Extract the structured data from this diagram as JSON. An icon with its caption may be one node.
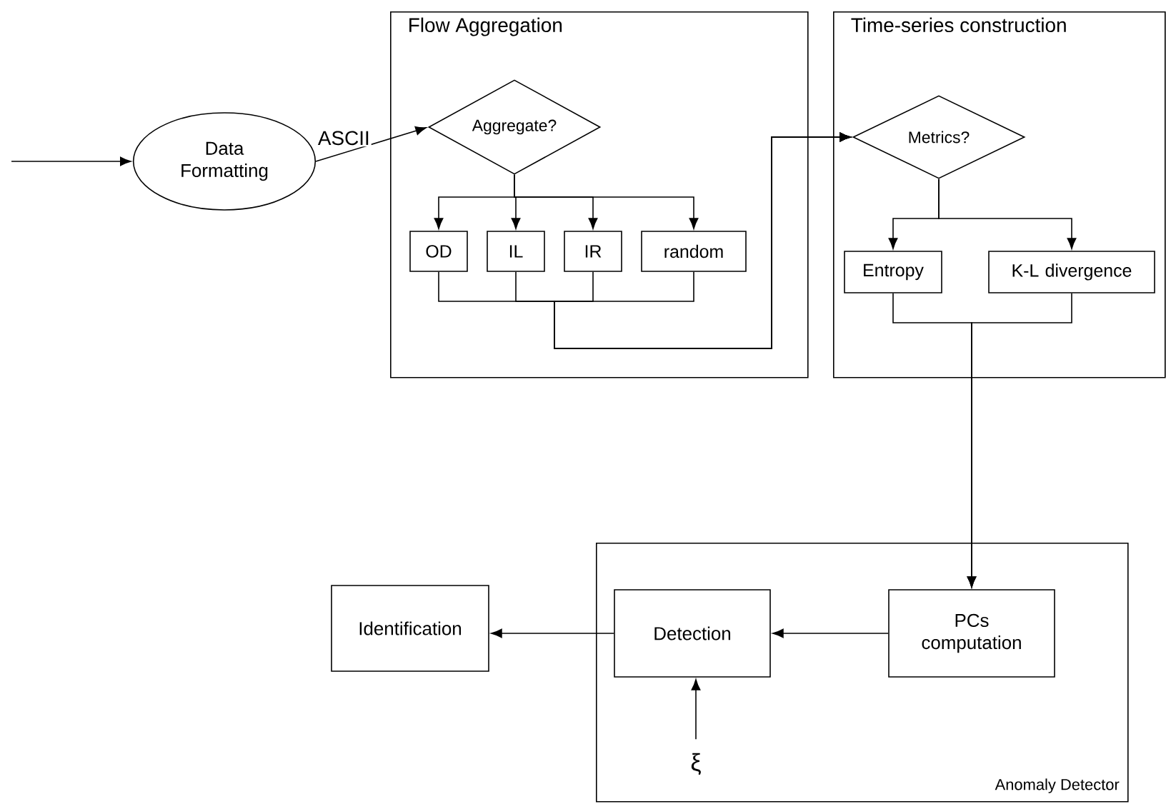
{
  "diagram": {
    "nodes": [
      {
        "text": [
          "Data Formatting"
        ]
      },
      {
        "text": [
          "Flow Aggregation"
        ]
      },
      {
        "text": [
          "Aggregate?"
        ],
        "in": 1
      },
      {
        "text": [
          "OD"
        ],
        "in": 1
      },
      {
        "text": [
          "IL"
        ],
        "in": 1
      },
      {
        "text": [
          "IR"
        ],
        "in": 1
      },
      {
        "text": [
          "random"
        ],
        "in": 1
      },
      {
        "text": [
          "Time-series construction"
        ]
      },
      {
        "text": [
          "Metrics?"
        ],
        "in": 7
      },
      {
        "text": [
          "Entropy"
        ],
        "in": 7
      },
      {
        "text": [
          "K-L divergence"
        ],
        "in": 7
      },
      {
        "text": [
          "Anomaly Detector"
        ]
      },
      {
        "text": [
          "Identification"
        ]
      },
      {
        "text": [
          "Detection"
        ],
        "in": 11
      },
      {
        "text": [
          "PCs computation"
        ],
        "in": 11
      },
      {
        "text": [
          "ξ"
        ],
        "in": 11
      }
    ],
    "edges": [
      {
        "from": null,
        "to": 0,
        "arrow": "to"
      },
      {
        "from": 0,
        "to": 2,
        "arrow": "to",
        "label": "ASCII"
      },
      {
        "from": 2,
        "to": 3,
        "arrow": "to"
      },
      {
        "from": 2,
        "to": 4,
        "arrow": "to"
      },
      {
        "from": 2,
        "to": 5,
        "arrow": "to"
      },
      {
        "from": 2,
        "to": 6,
        "arrow": "to"
      },
      {
        "from": 3,
        "to": 8,
        "arrow": "to"
      },
      {
        "from": 4,
        "to": 8,
        "arrow": "to"
      },
      {
        "from": 5,
        "to": 8,
        "arrow": "to"
      },
      {
        "from": 6,
        "to": 8,
        "arrow": "to"
      },
      {
        "from": 8,
        "to": 9,
        "arrow": "to"
      },
      {
        "from": 8,
        "to": 10,
        "arrow": "to"
      },
      {
        "from": 9,
        "to": 14,
        "arrow": "to"
      },
      {
        "from": 10,
        "to": 14,
        "arrow": "to"
      },
      {
        "from": 14,
        "to": 13,
        "arrow": "to"
      },
      {
        "from": 13,
        "to": 12,
        "arrow": "to"
      },
      {
        "from": 15,
        "to": 13,
        "arrow": "to"
      }
    ]
  }
}
